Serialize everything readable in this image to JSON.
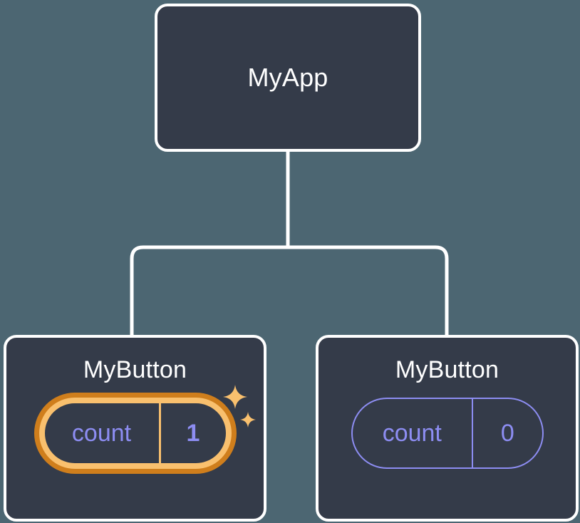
{
  "diagram": {
    "type": "component-tree",
    "background_color": "#4c6672",
    "node_fill_color": "#343b49",
    "node_border_color": "#ffffff",
    "connector_color": "#ffffff",
    "accent_purple": "#8d8df2",
    "accent_amber": "#f9c06e",
    "accent_amber_dark": "#cf7e1c",
    "root": {
      "title": "MyApp"
    },
    "children": [
      {
        "title": "MyButton",
        "state": {
          "key": "count",
          "value": "1"
        },
        "highlighted": true,
        "sparkle_icons": [
          "sparkle-large-icon",
          "sparkle-small-icon"
        ]
      },
      {
        "title": "MyButton",
        "state": {
          "key": "count",
          "value": "0"
        },
        "highlighted": false,
        "sparkle_icons": []
      }
    ]
  }
}
